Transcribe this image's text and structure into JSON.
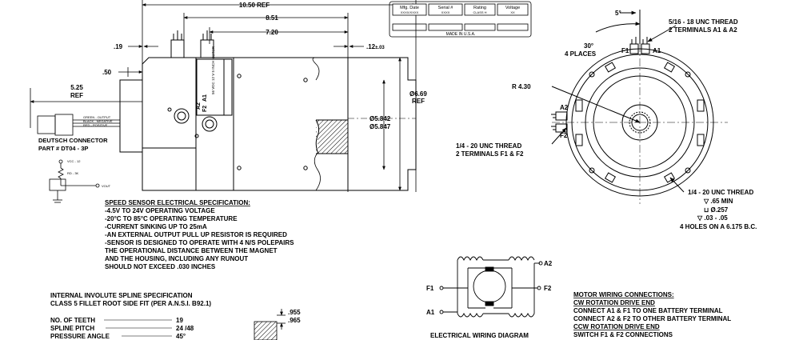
{
  "dimensions": {
    "overall_length": "10.50 REF",
    "length_851": "8.51",
    "length_720": "7.20",
    "offset_019": ".19",
    "offset_012": ".12",
    "offset_012_tol": "±.03",
    "offset_050": ".50",
    "cable_length": "5.25",
    "cable_ref": "REF",
    "pilot_dia_1": "Ø5.842",
    "pilot_dia_2": "Ø5.847",
    "housing_dia": "Ø6.69",
    "housing_ref": "REF",
    "angle_5": "5°",
    "angle_30": "30°",
    "places_4": "4 PLACES",
    "radius": "R 4.30",
    "dim_955": ".955",
    "dim_965": ".965"
  },
  "nameplate": {
    "headers": [
      "Mfg. Date",
      "Serial #",
      "Rating",
      "Voltage"
    ],
    "values": [
      "XXXX/XXXX",
      "XXXX",
      "CLASS H",
      "XX"
    ],
    "made_in": "MADE IN U.S.A."
  },
  "terminal_block": {
    "labels": [
      "A2",
      "A1",
      "F2"
    ],
    "vertical_text": "56 VDC 12 V 5 INCH MOTOR"
  },
  "connector": {
    "wires": [
      "GREEN - OUTPUT",
      "BLACK - NEGATIVE",
      "RED - POSITIVE"
    ],
    "title": "DEUTSCH CONNECTOR",
    "part": "PART # DT04 - 3P"
  },
  "sensor_schematic": {
    "vcc": "VCC - 12",
    "resistor": "RD - 3K",
    "vout": "VOUT"
  },
  "end_view": {
    "thread_a_line1": "5/16 - 18 UNC THREAD",
    "thread_a_line2": "2 TERMINALS A1 & A2",
    "f1": "F1",
    "a1": "A1",
    "a2": "A2",
    "f2": "F2",
    "thread_f_line1": "1/4 - 20 UNC THREAD",
    "thread_f_line2": "2 TERMINALS F1 & F2",
    "holes_line1": "1/4 - 20 UNC THREAD",
    "holes_line2": "▽ .65 MIN",
    "holes_line3": "⊔ Ø.257",
    "holes_line4": "▽ .03 - .05",
    "holes_line5": "4 HOLES ON A 6.175 B.C."
  },
  "speed_sensor_spec": {
    "title": "SPEED SENSOR ELECTRICAL SPECIFICATION:",
    "lines": [
      "-4.5V TO 24V OPERATING VOLTAGE",
      "-20°C TO 85°C OPERATING TEMPERATURE",
      "-CURRENT SINKING UP TO 25mA",
      "-AN EXTERNAL OUTPUT PULL UP RESISTOR IS REQUIRED",
      "-SENSOR IS DESIGNED TO OPERATE WITH 4 N/S POLEPAIRS",
      "THE OPERATIONAL DISTANCE BETWEEN THE MAGNET",
      "AND THE HOUSING, INCLUDING ANY RUNOUT",
      "SHOULD NOT EXCEED .030 INCHES"
    ]
  },
  "spline_spec": {
    "title_line1": "INTERNAL INVOLUTE SPLINE SPECIFICATION",
    "title_line2": "CLASS 5 FILLET ROOT SIDE FIT (PER A.N.S.I. B92.1)",
    "rows": [
      {
        "label": "NO. OF TEETH",
        "value": "19"
      },
      {
        "label": "SPLINE PITCH",
        "value": "24 /48"
      },
      {
        "label": "PRESSURE ANGLE",
        "value": "45°"
      }
    ]
  },
  "wiring_diagram": {
    "title": "ELECTRICAL WIRING DIAGRAM",
    "a2": "A2",
    "f1": "F1",
    "f2": "F2",
    "a1": "A1"
  },
  "motor_wiring": {
    "title": "MOTOR WIRING CONNECTIONS:",
    "lines": [
      "CW ROTATION DRIVE END",
      "CONNECT A1 & F1 TO ONE BATTERY TERMINAL",
      "CONNECT A2 & F2 TO OTHER BATTERY TERMINAL",
      "CCW ROTATION DRIVE END",
      "SWITCH F1 & F2 CONNECTIONS"
    ]
  }
}
